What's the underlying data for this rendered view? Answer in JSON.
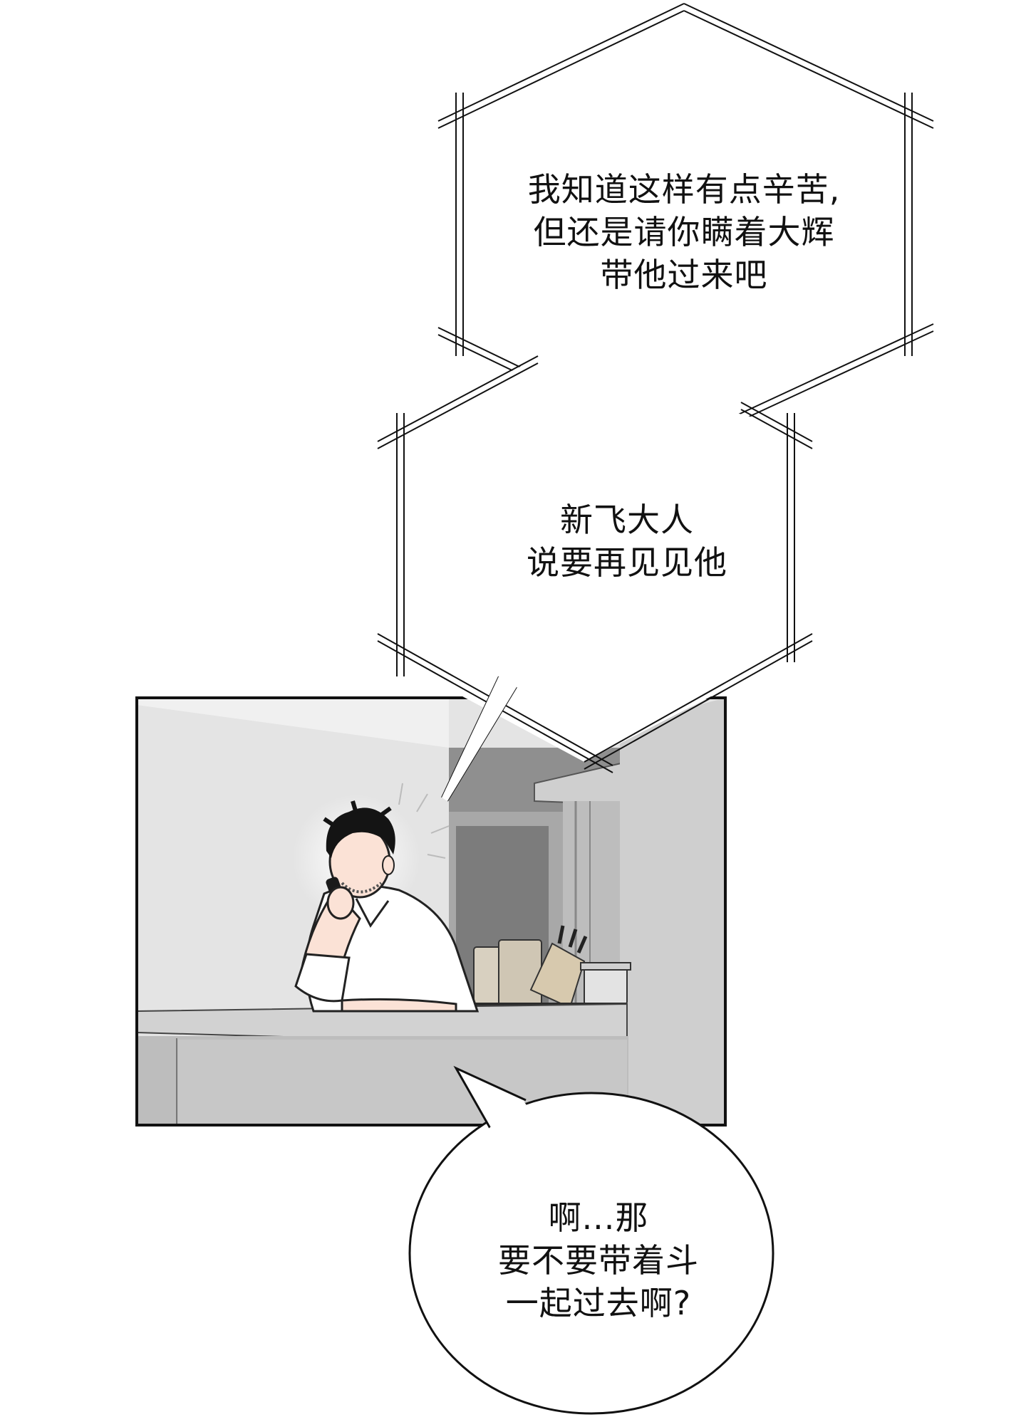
{
  "bubbles": {
    "telepathy_top": {
      "lines": [
        "我知道这样有点辛苦,",
        "但还是请你瞒着大辉",
        "带他过来吧"
      ]
    },
    "telepathy_middle": {
      "lines": [
        "新飞大人",
        "说要再见见他"
      ]
    },
    "speech_bottom": {
      "lines": [
        "啊...那",
        "要不要带着斗",
        "一起过去啊?"
      ]
    }
  },
  "colors": {
    "background": "#ffffff",
    "panel_wall": "#e6e6e6",
    "panel_shadow": "#9a9a9a",
    "counter": "#d2d2d2",
    "ink": "#111111"
  }
}
